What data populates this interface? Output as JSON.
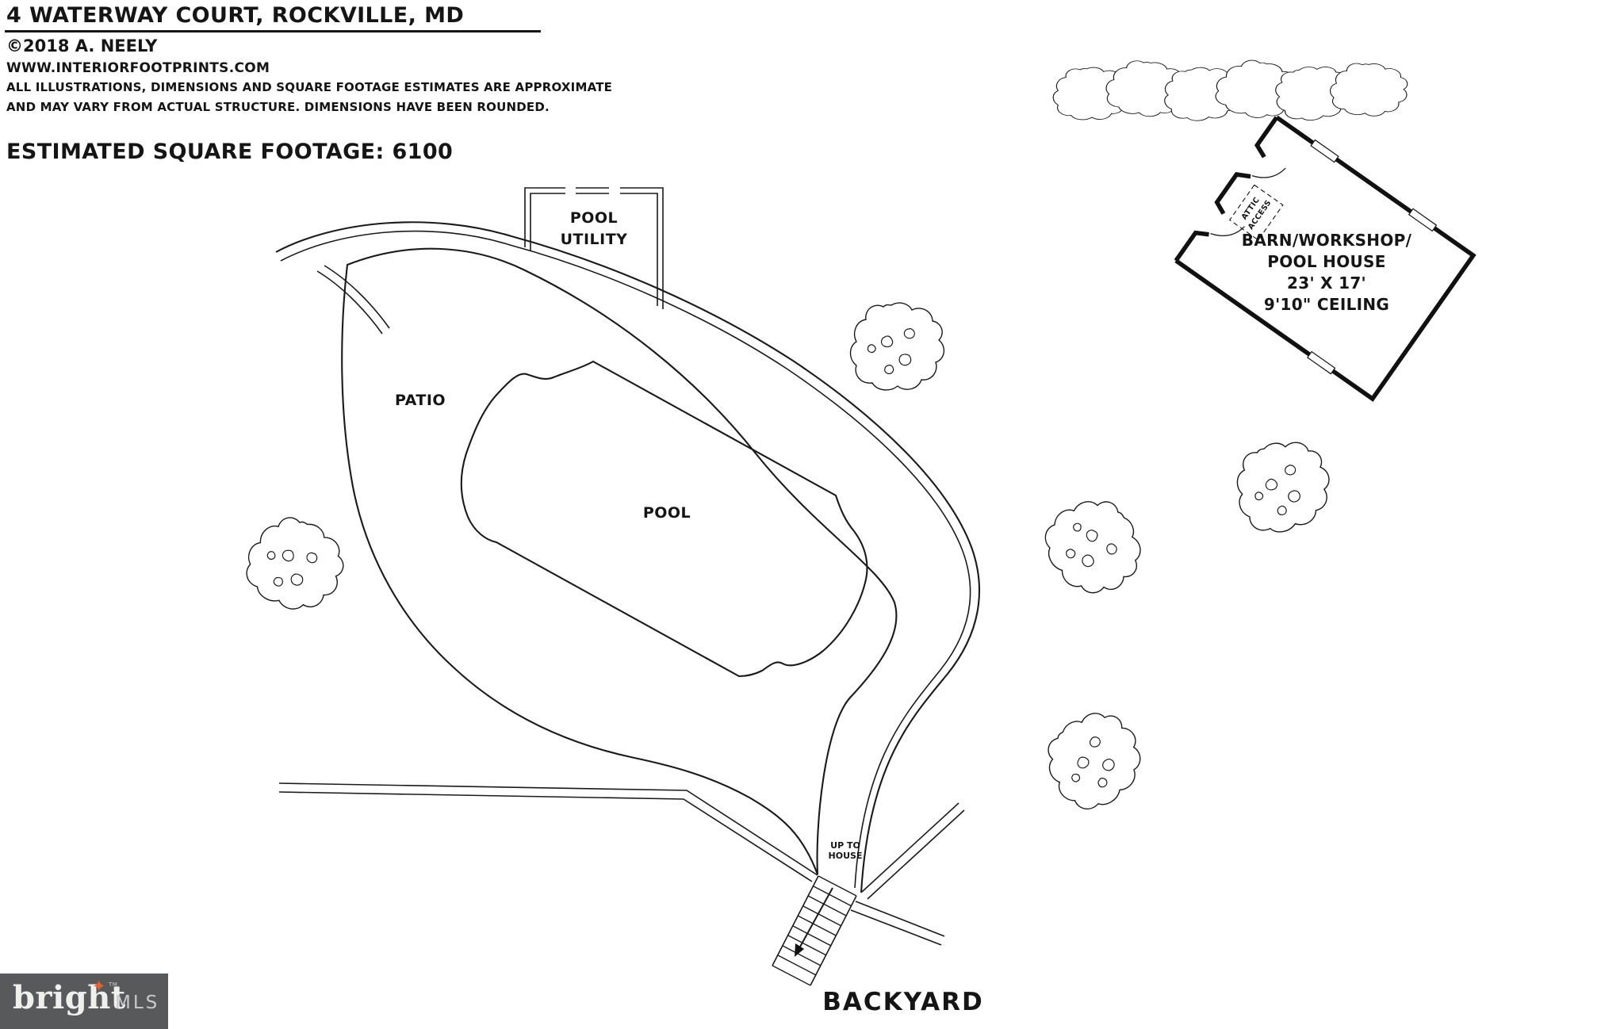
{
  "header": {
    "title": "4 WATERWAY COURT, ROCKVILLE, MD",
    "copyright": "©2018 A. NEELY",
    "website": "WWW.INTERIORFOOTPRINTS.COM",
    "disclaimer_line1": "ALL ILLUSTRATIONS, DIMENSIONS AND SQUARE FOOTAGE ESTIMATES ARE APPROXIMATE",
    "disclaimer_line2": "AND MAY VARY FROM ACTUAL STRUCTURE. DIMENSIONS HAVE BEEN ROUNDED.",
    "estimated_footage": "ESTIMATED SQUARE FOOTAGE: 6100"
  },
  "plan": {
    "pool_utility": {
      "line1": "POOL",
      "line2": "UTILITY"
    },
    "patio_label": "PATIO",
    "pool_label": "POOL",
    "barn": {
      "line1": "BARN/WORKSHOP/",
      "line2": "POOL HOUSE",
      "line3": "23' X 17'",
      "line4": "9'10\" CEILING",
      "attic_line1": "ATTIC",
      "attic_line2": "ACCESS"
    },
    "stairs": {
      "line1": "UP TO",
      "line2": "HOUSE"
    },
    "backyard_label": "BACKYARD"
  },
  "logo": {
    "brand": "bright",
    "trademark": "TM",
    "suffix": "MLS",
    "background": "#58595b",
    "star_color": "#e8622d",
    "star_icon": "✦"
  }
}
